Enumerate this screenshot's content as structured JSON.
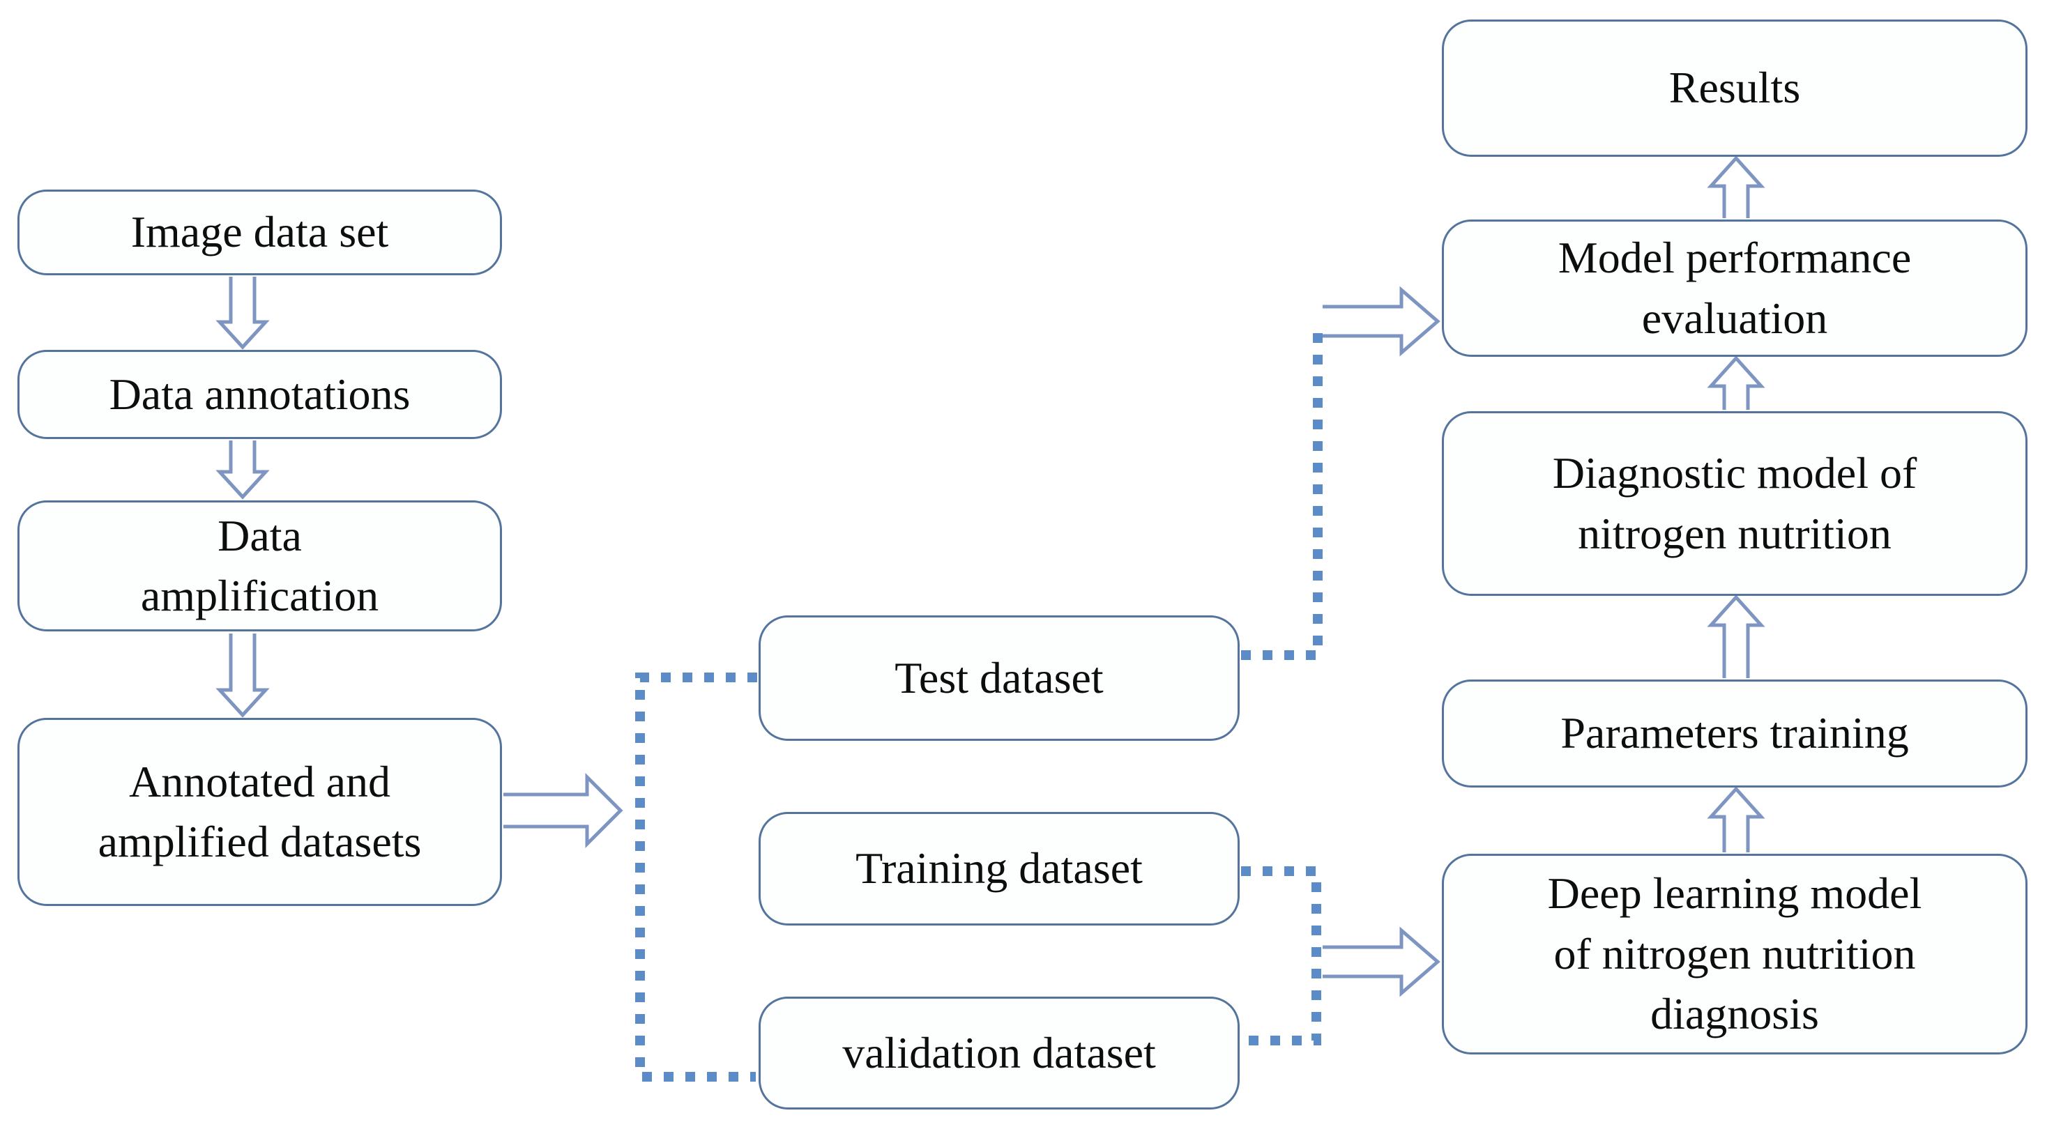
{
  "figure": {
    "type": "flowchart",
    "background": "#ffffff",
    "box_border_color": "#54749e",
    "box_fill_color": "#fdfefe",
    "arrow_outline_color": "#7e95c2",
    "dotted_line_color": "#5b8cc8",
    "text_color": "#0d0d0d"
  },
  "nodes": {
    "image_data_set": {
      "lines": [
        "Image data set"
      ]
    },
    "data_annotations": {
      "lines": [
        "Data annotations"
      ]
    },
    "data_amplification": {
      "lines": [
        "Data",
        "amplification"
      ]
    },
    "annotated_amplified": {
      "lines": [
        "Annotated and",
        "amplified datasets"
      ]
    },
    "test_dataset": {
      "lines": [
        "Test dataset"
      ]
    },
    "training_dataset": {
      "lines": [
        "Training dataset"
      ]
    },
    "validation_dataset": {
      "lines": [
        "validation dataset"
      ]
    },
    "results": {
      "lines": [
        "Results"
      ]
    },
    "model_performance": {
      "lines": [
        "Model performance",
        "evaluation"
      ]
    },
    "diagnostic_model": {
      "lines": [
        "Diagnostic model of",
        "nitrogen nutrition"
      ]
    },
    "parameters_training": {
      "lines": [
        "Parameters training"
      ]
    },
    "deep_learning_model": {
      "lines": [
        "Deep learning model",
        "of nitrogen nutrition",
        "diagnosis"
      ]
    }
  }
}
